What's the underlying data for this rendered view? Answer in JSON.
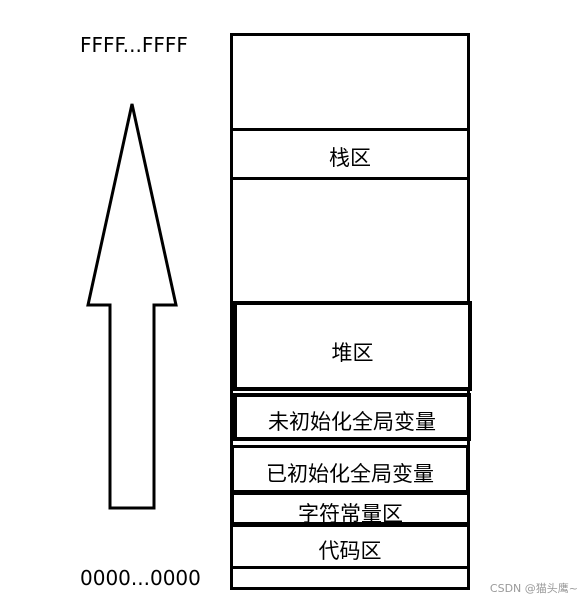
{
  "diagram": {
    "address_high": "FFFF...FFFF",
    "address_low": "0000...0000",
    "regions": {
      "stack": "栈区",
      "heap": "堆区",
      "bss": "未初始化全局变量",
      "data": "已初始化全局变量",
      "rodata": "字符常量区",
      "text": "代码区"
    }
  },
  "watermark": "CSDN @猫头鹰~",
  "colors": {
    "stroke": "#000000",
    "background": "#ffffff",
    "watermark": "#9a9a9a"
  }
}
